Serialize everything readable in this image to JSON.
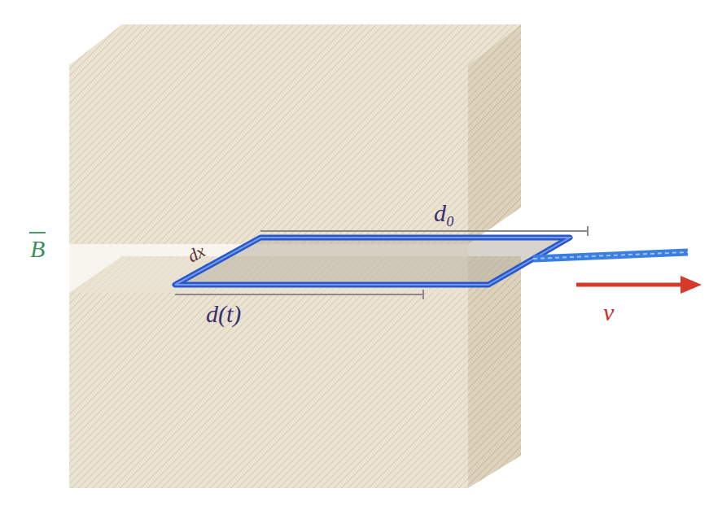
{
  "diagram": {
    "labels": [
      "B",
      "d₀",
      "dx",
      "d(t)",
      "v"
    ]
  }
}
